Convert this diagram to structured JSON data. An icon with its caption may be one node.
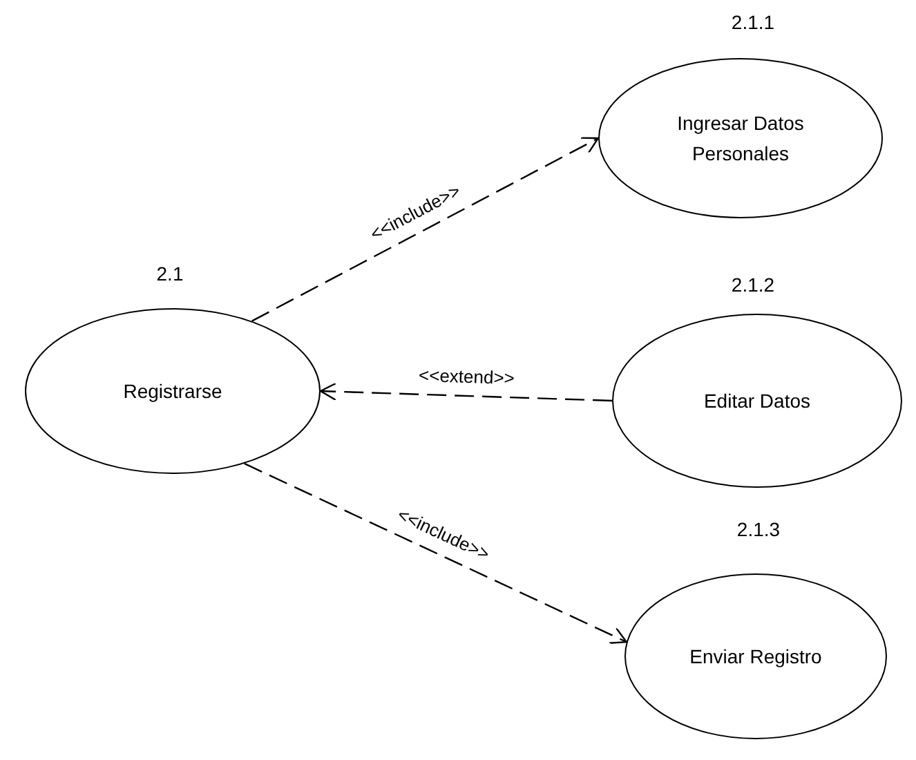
{
  "diagram": {
    "nodes": [
      {
        "text": [
          "Registrarse"
        ],
        "beside": [
          "2.1"
        ]
      },
      {
        "text": [
          "Ingresar Datos Personales"
        ],
        "beside": [
          "2.1.1"
        ]
      },
      {
        "text": [
          "Editar Datos"
        ],
        "beside": [
          "2.1.2"
        ]
      },
      {
        "text": [
          "Enviar Registro"
        ],
        "beside": [
          "2.1.3"
        ]
      }
    ],
    "edges": [
      {
        "from": 0,
        "to": 1,
        "arrow": "to",
        "label": "<<include>>",
        "style": "dashed"
      },
      {
        "from": 2,
        "to": 0,
        "arrow": "to",
        "label": "<<extend>>",
        "style": "dashed"
      },
      {
        "from": 0,
        "to": 3,
        "arrow": "to",
        "label": "<<include>>",
        "style": "dashed"
      }
    ]
  }
}
